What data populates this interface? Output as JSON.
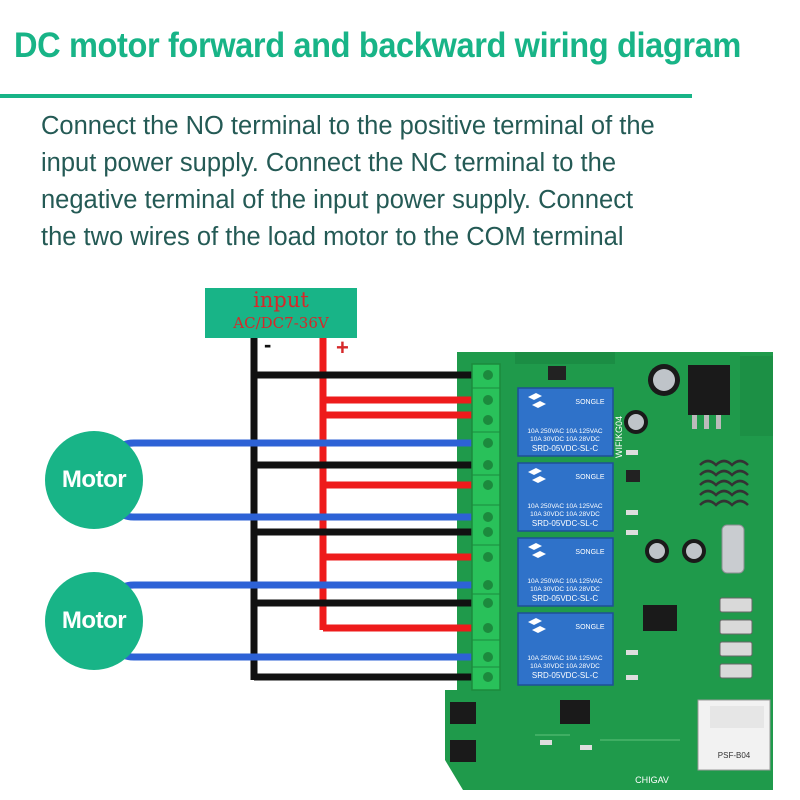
{
  "title": "DC motor forward and backward wiring diagram",
  "description": [
    "Connect the NO terminal to the positive terminal of the",
    "input power supply. Connect the NC terminal to the",
    "negative terminal of the input power supply. Connect",
    "the two wires of the load motor to the COM terminal"
  ],
  "power_input": {
    "label": "input",
    "range": "AC/DC7-36V",
    "negative_symbol": "-",
    "positive_symbol": "+"
  },
  "motors": [
    {
      "label": "Motor"
    },
    {
      "label": "Motor"
    }
  ],
  "relays": [
    {
      "brand": "SONGLE",
      "rating1": "10A 250VAC  10A 125VAC",
      "rating2": "10A  30VDC  10A  28VDC",
      "model": "SRD-05VDC-SL-C"
    },
    {
      "brand": "SONGLE",
      "rating1": "10A 250VAC  10A 125VAC",
      "rating2": "10A  30VDC  10A  28VDC",
      "model": "SRD-05VDC-SL-C"
    },
    {
      "brand": "SONGLE",
      "rating1": "10A 250VAC  10A 125VAC",
      "rating2": "10A  30VDC  10A  28VDC",
      "model": "SRD-05VDC-SL-C"
    },
    {
      "brand": "SONGLE",
      "rating1": "10A 250VAC  10A 125VAC",
      "rating2": "10A  30VDC  10A  28VDC",
      "model": "SRD-05VDC-SL-C"
    }
  ],
  "board_text": {
    "model": "WIFIKG04",
    "brand": "CHIGAV",
    "module": "PSF-B04"
  },
  "colors": {
    "accent": "#18b487",
    "board": "#1f9a4b",
    "relay": "#2f72c9",
    "negative_wire": "#111111",
    "positive_wire": "#ee1b1b",
    "motor_wire": "#2d62d6",
    "terminal": "#29c15a"
  }
}
